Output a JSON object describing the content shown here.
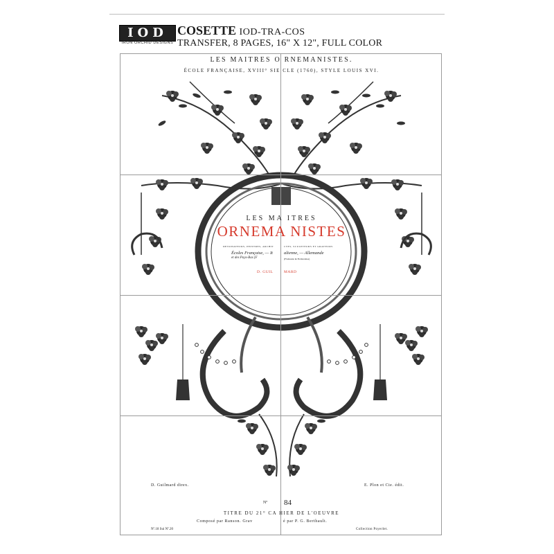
{
  "header": {
    "logo_mark": "IOD",
    "logo_sub": "IRON ORCHID DESIGNS",
    "title": "COSETTE",
    "code": "IOD-TRA-COS",
    "subtitle": "TRANSFER, 8 PAGES, 16\" X 12\", FULL COLOR"
  },
  "sheet": {
    "top_line": "LES MAITRES O   RNEMANISTES.",
    "school_line": "ÉCOLE FRANÇAISE, XVIII° SIE    CLE (1760), STYLE LOUIS XVI.",
    "center_les": "LES MA   ITRES",
    "center_orn": "ORNEMA  NISTES",
    "small_left": "DESSINATEURS, PEINTRES, ARCHIT",
    "small_right": "CTES, SCULPTEURS ET GRAVEURS",
    "ecole_left": "Écoles Française, — It",
    "ecole_right": "alienne, — Allemande",
    "pays": "et des Pays-Bas (F",
    "small_right2": "(Flamande & Hollandaise)",
    "gui_left": "D. GUIL",
    "gui_right": "MARD",
    "bottom_left": "D. Guilmard direx.",
    "bottom_right": "E. Plon et Cie. édit.",
    "no": "Nº",
    "number": "84",
    "titre": "TITRE DU 21° CA   HIER DE L'OEUVRE",
    "compose_left": "Composé par Ranson. Grav",
    "compose_right": "é par P. G. Berthault.",
    "folio": "Nº.18 Sui Nº.20",
    "collection": "Collection Poyerlet."
  },
  "colors": {
    "accent_red": "#d63a2c",
    "ink": "#1a1a1a",
    "rule": "#9a9a9a"
  }
}
